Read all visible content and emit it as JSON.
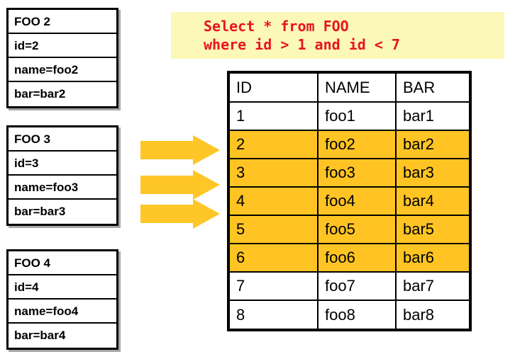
{
  "colors": {
    "highlight_row": "#ffc423",
    "arrow": "#ffc627",
    "sql_background": "#fcf8b8",
    "sql_text": "#e8141e",
    "border": "#000000"
  },
  "sql_callout": {
    "line1": "Select * from FOO",
    "line2": "where id > 1 and id < 7"
  },
  "records": [
    {
      "title": "FOO 2",
      "fields": [
        "id=2",
        "name=foo2",
        "bar=bar2"
      ]
    },
    {
      "title": "FOO 3",
      "fields": [
        "id=3",
        "name=foo3",
        "bar=bar3"
      ]
    },
    {
      "title": "FOO 4",
      "fields": [
        "id=4",
        "name=foo4",
        "bar=bar4"
      ]
    }
  ],
  "arrows": [
    {
      "name": "arrow-to-row-2"
    },
    {
      "name": "arrow-to-row-3"
    },
    {
      "name": "arrow-to-row-4"
    }
  ],
  "result_table": {
    "columns": [
      "ID",
      "NAME",
      "BAR"
    ],
    "rows": [
      {
        "id": "1",
        "name": "foo1",
        "bar": "bar1",
        "highlighted": false
      },
      {
        "id": "2",
        "name": "foo2",
        "bar": "bar2",
        "highlighted": true
      },
      {
        "id": "3",
        "name": "foo3",
        "bar": "bar3",
        "highlighted": true
      },
      {
        "id": "4",
        "name": "foo4",
        "bar": "bar4",
        "highlighted": true
      },
      {
        "id": "5",
        "name": "foo5",
        "bar": "bar5",
        "highlighted": true
      },
      {
        "id": "6",
        "name": "foo6",
        "bar": "bar6",
        "highlighted": true
      },
      {
        "id": "7",
        "name": "foo7",
        "bar": "bar7",
        "highlighted": false
      },
      {
        "id": "8",
        "name": "foo8",
        "bar": "bar8",
        "highlighted": false
      }
    ]
  }
}
